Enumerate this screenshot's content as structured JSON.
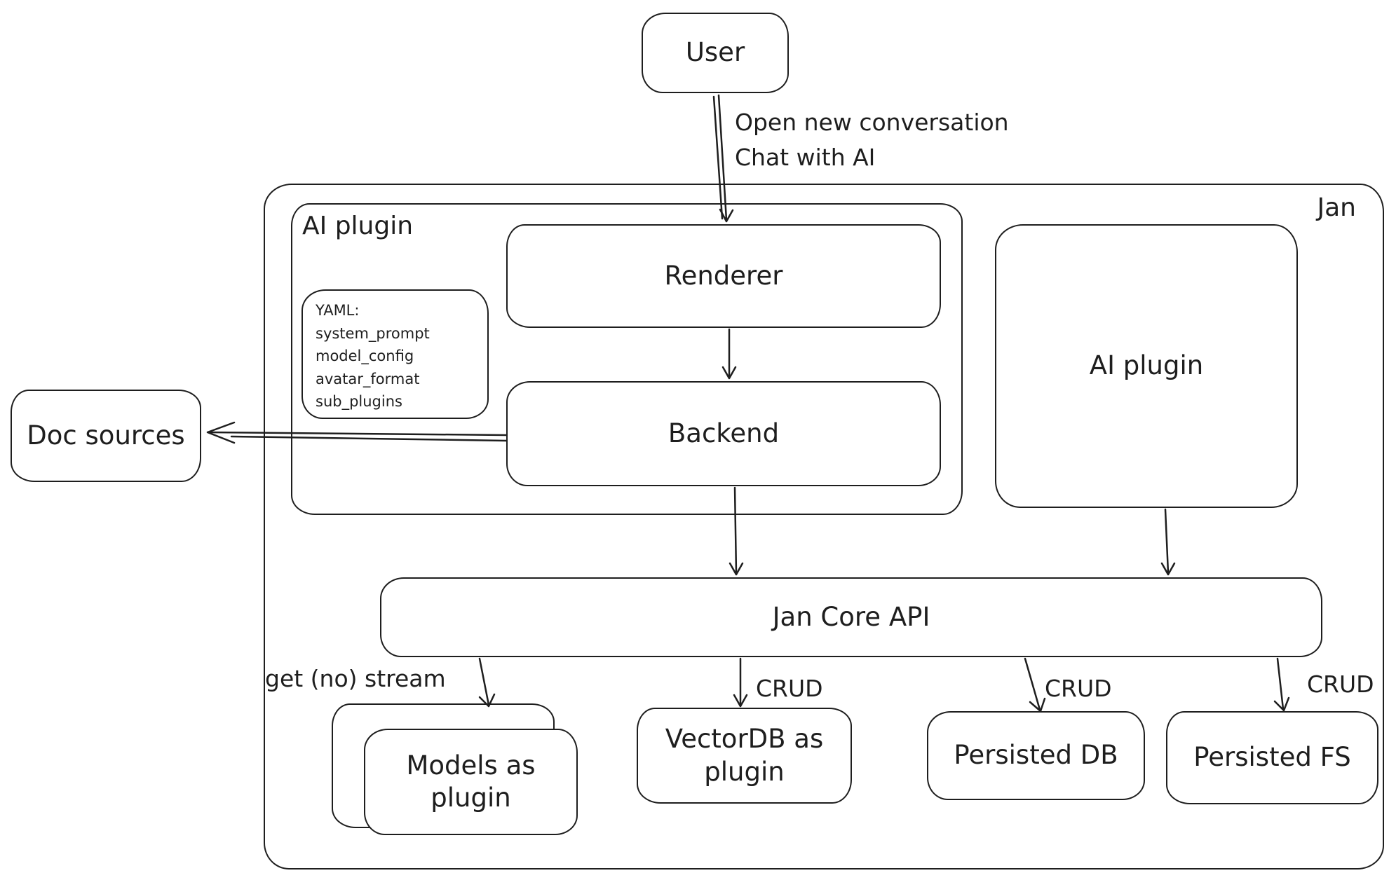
{
  "nodes": {
    "user": "User",
    "jan": "Jan",
    "ai_plugin_group": "AI plugin",
    "renderer": "Renderer",
    "yaml_note": "YAML:\nsystem_prompt\nmodel_config\navatar_format\nsub_plugins",
    "backend": "Backend",
    "ai_plugin": "AI plugin",
    "doc_sources": "Doc sources",
    "jan_core_api": "Jan Core API",
    "models_as_plugin": "Models as plugin",
    "vectordb_as_plugin": "VectorDB as plugin",
    "persisted_db": "Persisted DB",
    "persisted_fs": "Persisted FS"
  },
  "edge_labels": {
    "user_to_renderer": "Open new conversation\nChat with AI",
    "get_no_stream": "get (no) stream",
    "crud": "CRUD"
  },
  "colors": {
    "stroke": "#1e1e1e",
    "background": "#ffffff"
  }
}
